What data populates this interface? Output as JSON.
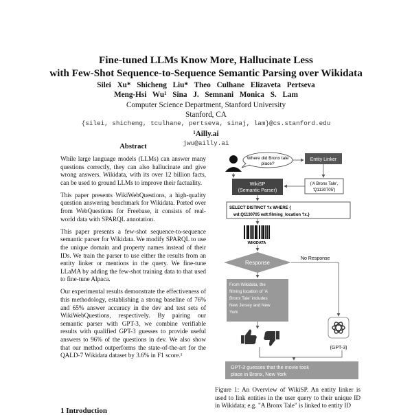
{
  "title": {
    "line1": "Fine-tuned LLMs Know More, Hallucinate Less",
    "line2": "with Few-Shot Sequence-to-Sequence Semantic Parsing over Wikidata"
  },
  "authors": {
    "line1": "Silei Xu* Shicheng Liu* Theo Culhane Elizaveta Pertseva",
    "line2": "Meng-Hsi Wu¹ Sina J. Semnani Monica S. Lam"
  },
  "affiliation": {
    "dept": "Computer Science Department, Stanford University",
    "city": "Stanford, CA",
    "emails": "{silei, shicheng, tculhane, pertseva, sinaj, lam}@cs.stanford.edu",
    "company": "¹Ailly.ai",
    "company_email": "jwu@ailly.ai"
  },
  "abstract": {
    "heading": "Abstract",
    "p1": "While large language models (LLMs) can answer many questions correctly, they can also hallucinate and give wrong answers. Wikidata, with its over 12 billion facts, can be used to ground LLMs to improve their factuality.",
    "p2": "This paper presents WikiWebQuestions, a high-quality question answering benchmark for Wikidata. Ported over from WebQuestions for Freebase, it consists of real-world data with SPARQL annotation.",
    "p3": "This paper presents a few-shot sequence-to-sequence semantic parser for Wikidata. We modify SPARQL to use the unique domain and property names instead of their IDs. We train the parser to use either the results from an entity linker or mentions in the query. We fine-tune LLaMA by adding the few-shot training data to that used to fine-tune Alpaca.",
    "p4": "Our experimental results demonstrate the effectiveness of this methodology, establishing a strong baseline of 76% and 65% answer accuracy in the dev and test sets of WikiWebQuestions, respectively. By pairing our semantic parser with GPT-3, we combine verifiable results with qualified GPT-3 guesses to provide useful answers to 96% of the questions in dev. We also show that our method outperforms the state-of-the-art for the QALD-7 Wikidata dataset by 3.6% in F1 score.¹"
  },
  "intro_heading": "1 Introduction",
  "figure": {
    "question": "Where did Bronx tale place?",
    "entity_linker": "Entity Linker",
    "entity_result_line1": "('A Bronx Tale',",
    "entity_result_line2": "'Q1130705')",
    "wikisp_line1": "WikiSP",
    "wikisp_line2": "(Semantic Parser)",
    "sparql_line1": "SELECT DISTINCT ?x WHERE {",
    "sparql_line2": "wd:Q1130705 wdt:filming_location ?x.}",
    "wikidata_label": "WIKIDATA",
    "response": "Response",
    "no_response": "No Response",
    "answer_lines": [
      "From Wikidata, the",
      "filming location of 'A",
      "Bronx Tale' includes",
      "New Jersey and New",
      "York"
    ],
    "gpt3_label": "(GPT-3)",
    "gpt3_guess_line1": "GPT-3 guesses that the movie took",
    "gpt3_guess_line2": "place in Bronx, New York"
  },
  "caption": "Figure 1: An Overview of WikiSP. An entity linker is used to link entities in the user query to their unique ID in Wikidata; e.g. \"A Bronx Tale\" is linked to entity ID"
}
